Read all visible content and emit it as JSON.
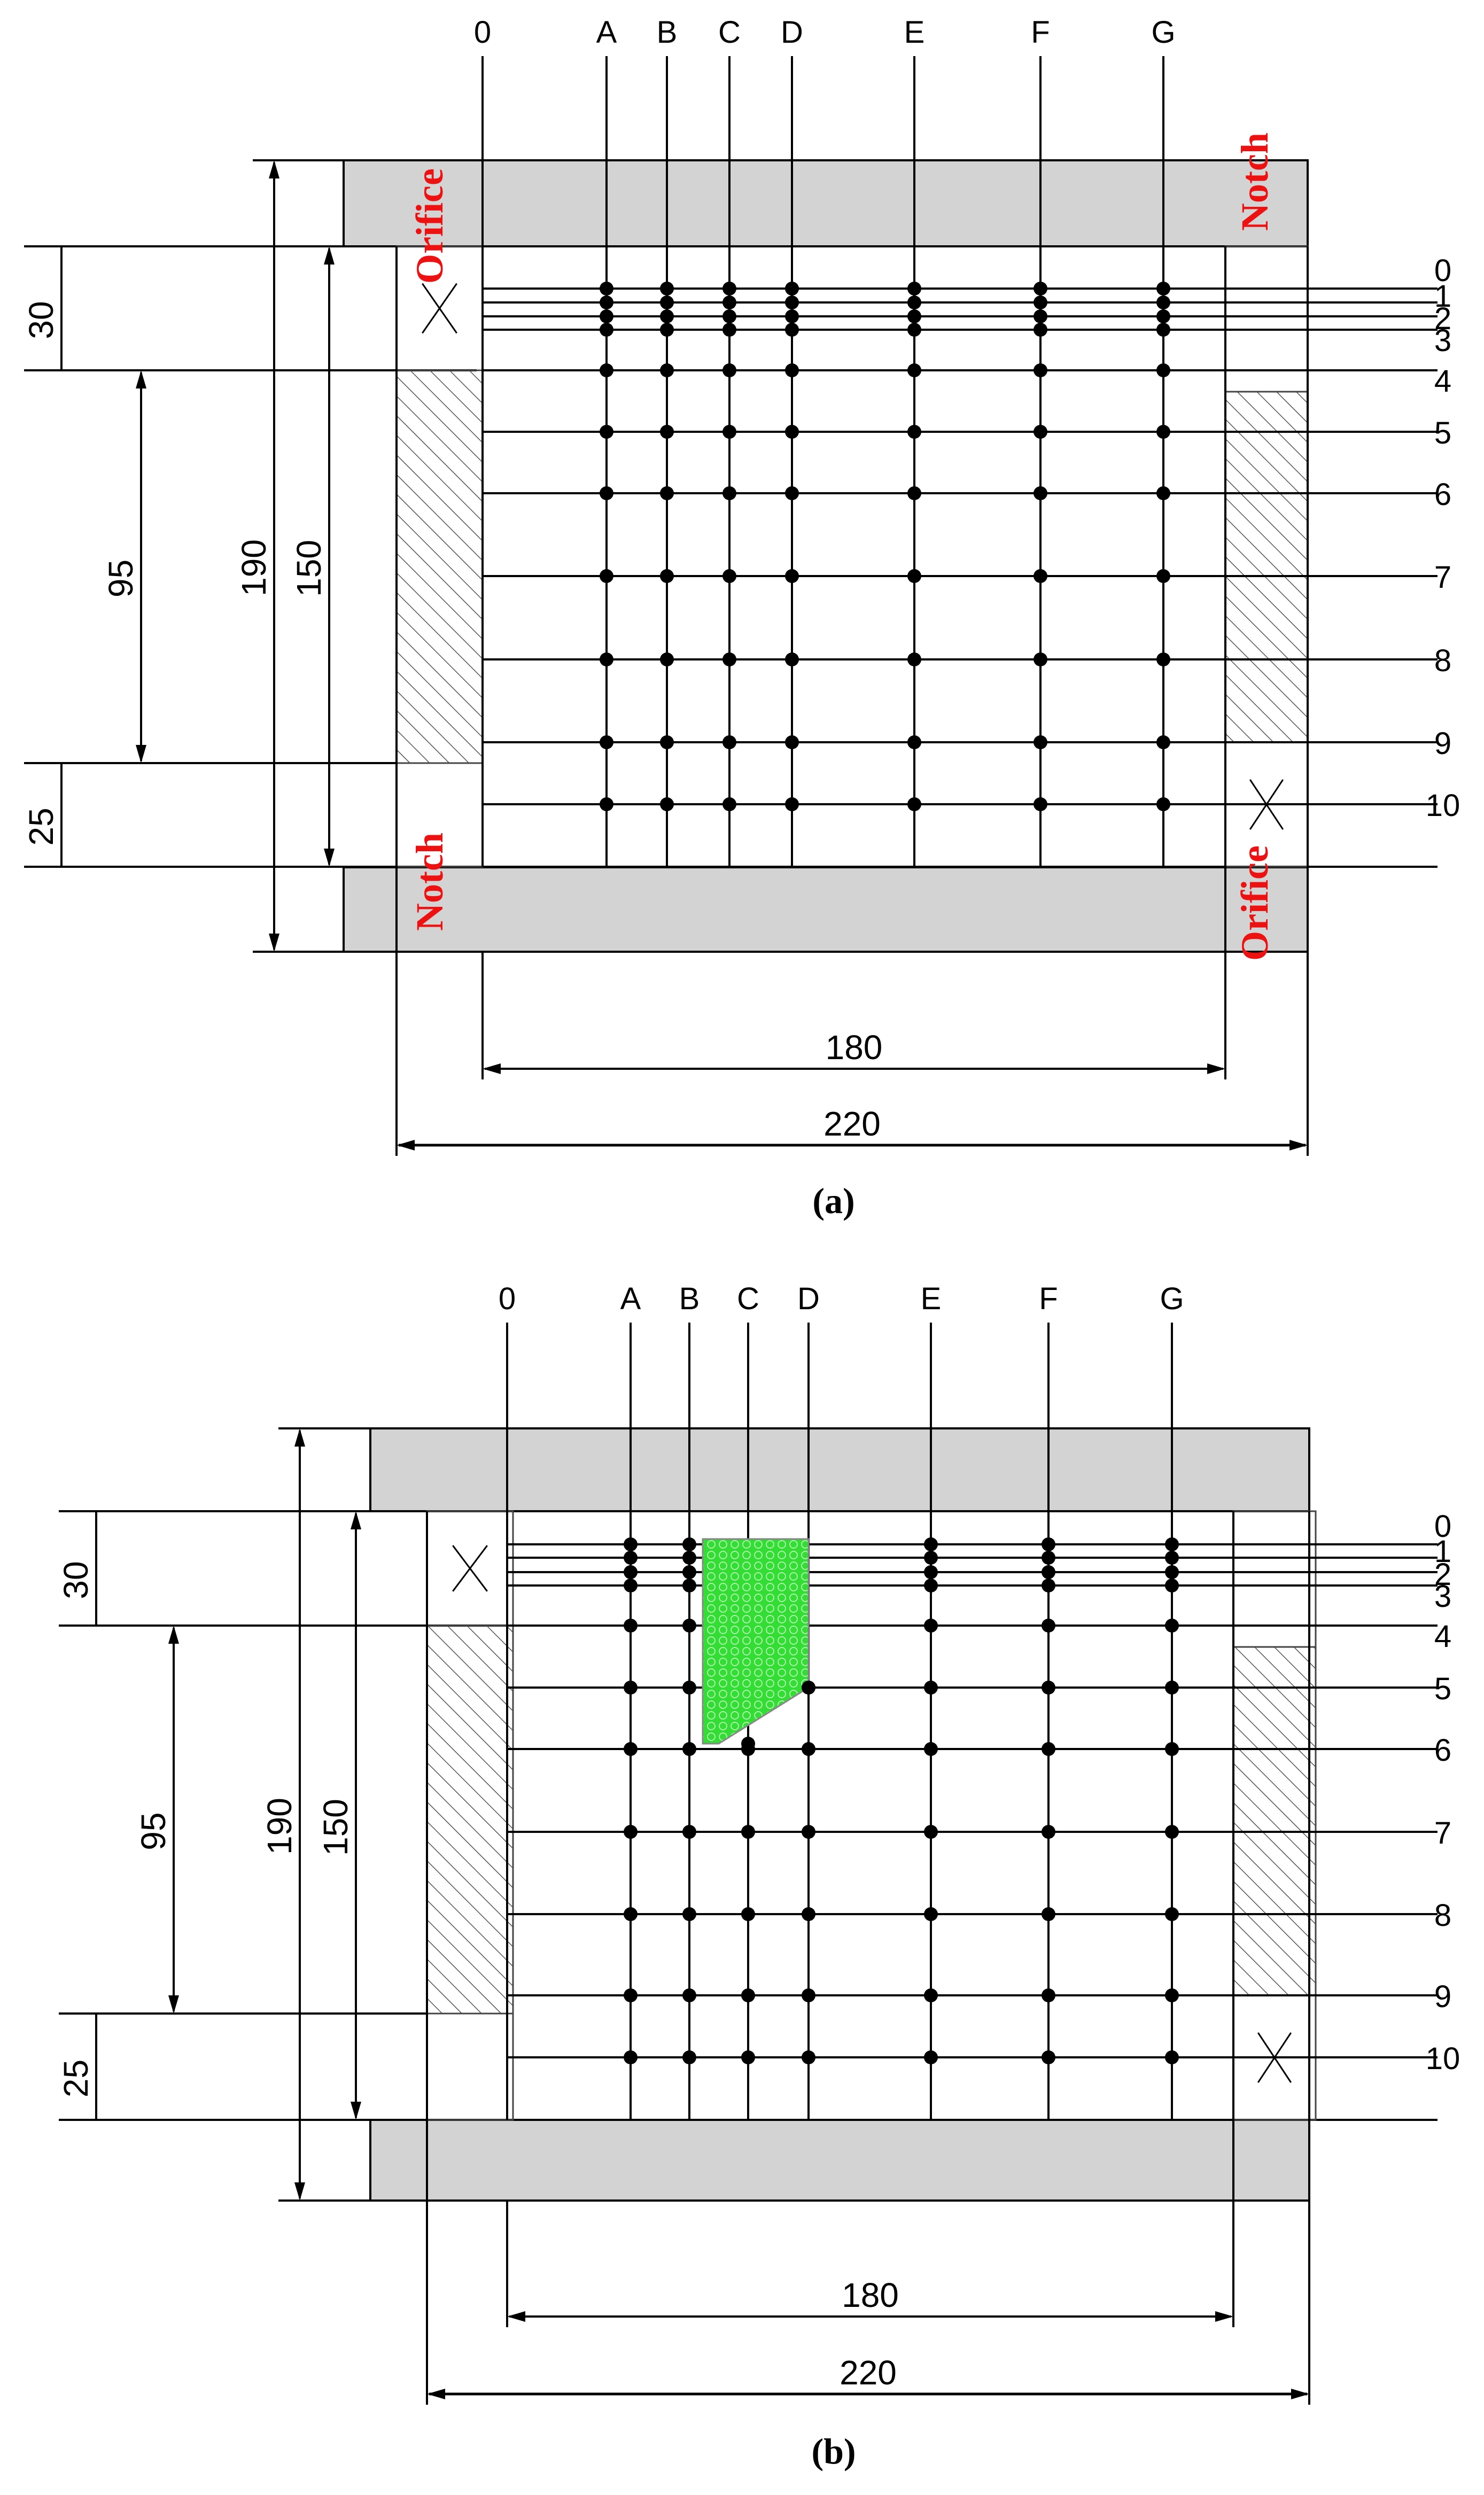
{
  "colors": {
    "line": "#000000",
    "wall_fill": "#d3d3d3",
    "label_red": "#ee1111",
    "grout_zone": "#33dd33",
    "background": "#ffffff"
  },
  "panels": [
    {
      "caption": "(a)",
      "column_labels": [
        "0",
        "A",
        "B",
        "C",
        "D",
        "E",
        "F",
        "G"
      ],
      "row_labels": [
        "0",
        "1",
        "2",
        "3",
        "4",
        "5",
        "6",
        "7",
        "8",
        "9",
        "10"
      ],
      "dimensions": {
        "d30": "30",
        "d95": "95",
        "d25": "25",
        "d190": "190",
        "d150": "150",
        "d180": "180",
        "d220": "220"
      },
      "side_labels": {
        "top_left": "Orifice",
        "top_right": "Notch",
        "bottom_left": "Notch",
        "bottom_right": "Orifice"
      },
      "has_grout_zone": false
    },
    {
      "caption": "(b)",
      "column_labels": [
        "0",
        "A",
        "B",
        "C",
        "D",
        "E",
        "F",
        "G"
      ],
      "row_labels": [
        "0",
        "1",
        "2",
        "3",
        "4",
        "5",
        "6",
        "7",
        "8",
        "9",
        "10"
      ],
      "dimensions": {
        "d30": "30",
        "d95": "95",
        "d25": "25",
        "d190": "190",
        "d150": "150",
        "d180": "180",
        "d220": "220"
      },
      "side_labels": null,
      "has_grout_zone": true
    }
  ]
}
